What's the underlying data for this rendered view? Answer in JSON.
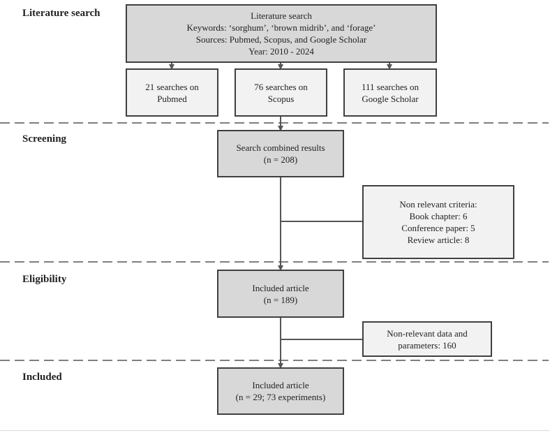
{
  "stages": {
    "literature_search": "Literature search",
    "screening": "Screening",
    "eligibility": "Eligibility",
    "included": "Included"
  },
  "top_box": {
    "lines": [
      "Literature search",
      "Keywords: ‘sorghum’, ‘brown midrib’, and ‘forage’",
      "Sources: Pubmed, Scopus, and Google Scholar",
      "Year: 2010 - 2024"
    ]
  },
  "sources": [
    {
      "lines": [
        "21 searches on",
        "Pubmed"
      ]
    },
    {
      "lines": [
        "76 searches on",
        "Scopus"
      ]
    },
    {
      "lines": [
        "111 searches on",
        "Google Scholar"
      ]
    }
  ],
  "combined": {
    "lines": [
      "Search combined results",
      "(n = 208)"
    ]
  },
  "exclusion_1": {
    "lines": [
      "Non relevant criteria:",
      "Book chapter: 6",
      "Conference paper: 5",
      "Review article:  8"
    ]
  },
  "included_1": {
    "lines": [
      "Included article",
      "(n = 189)"
    ]
  },
  "exclusion_2": {
    "lines": [
      "Non-relevant data and",
      "parameters: 160"
    ]
  },
  "included_final": {
    "lines": [
      "Included article",
      "(n = 29; 73 experiments)"
    ]
  },
  "colors": {
    "line": "#555555",
    "box_dark": "#d8d8d8",
    "box_light": "#f2f2f2",
    "border": "#404040"
  }
}
